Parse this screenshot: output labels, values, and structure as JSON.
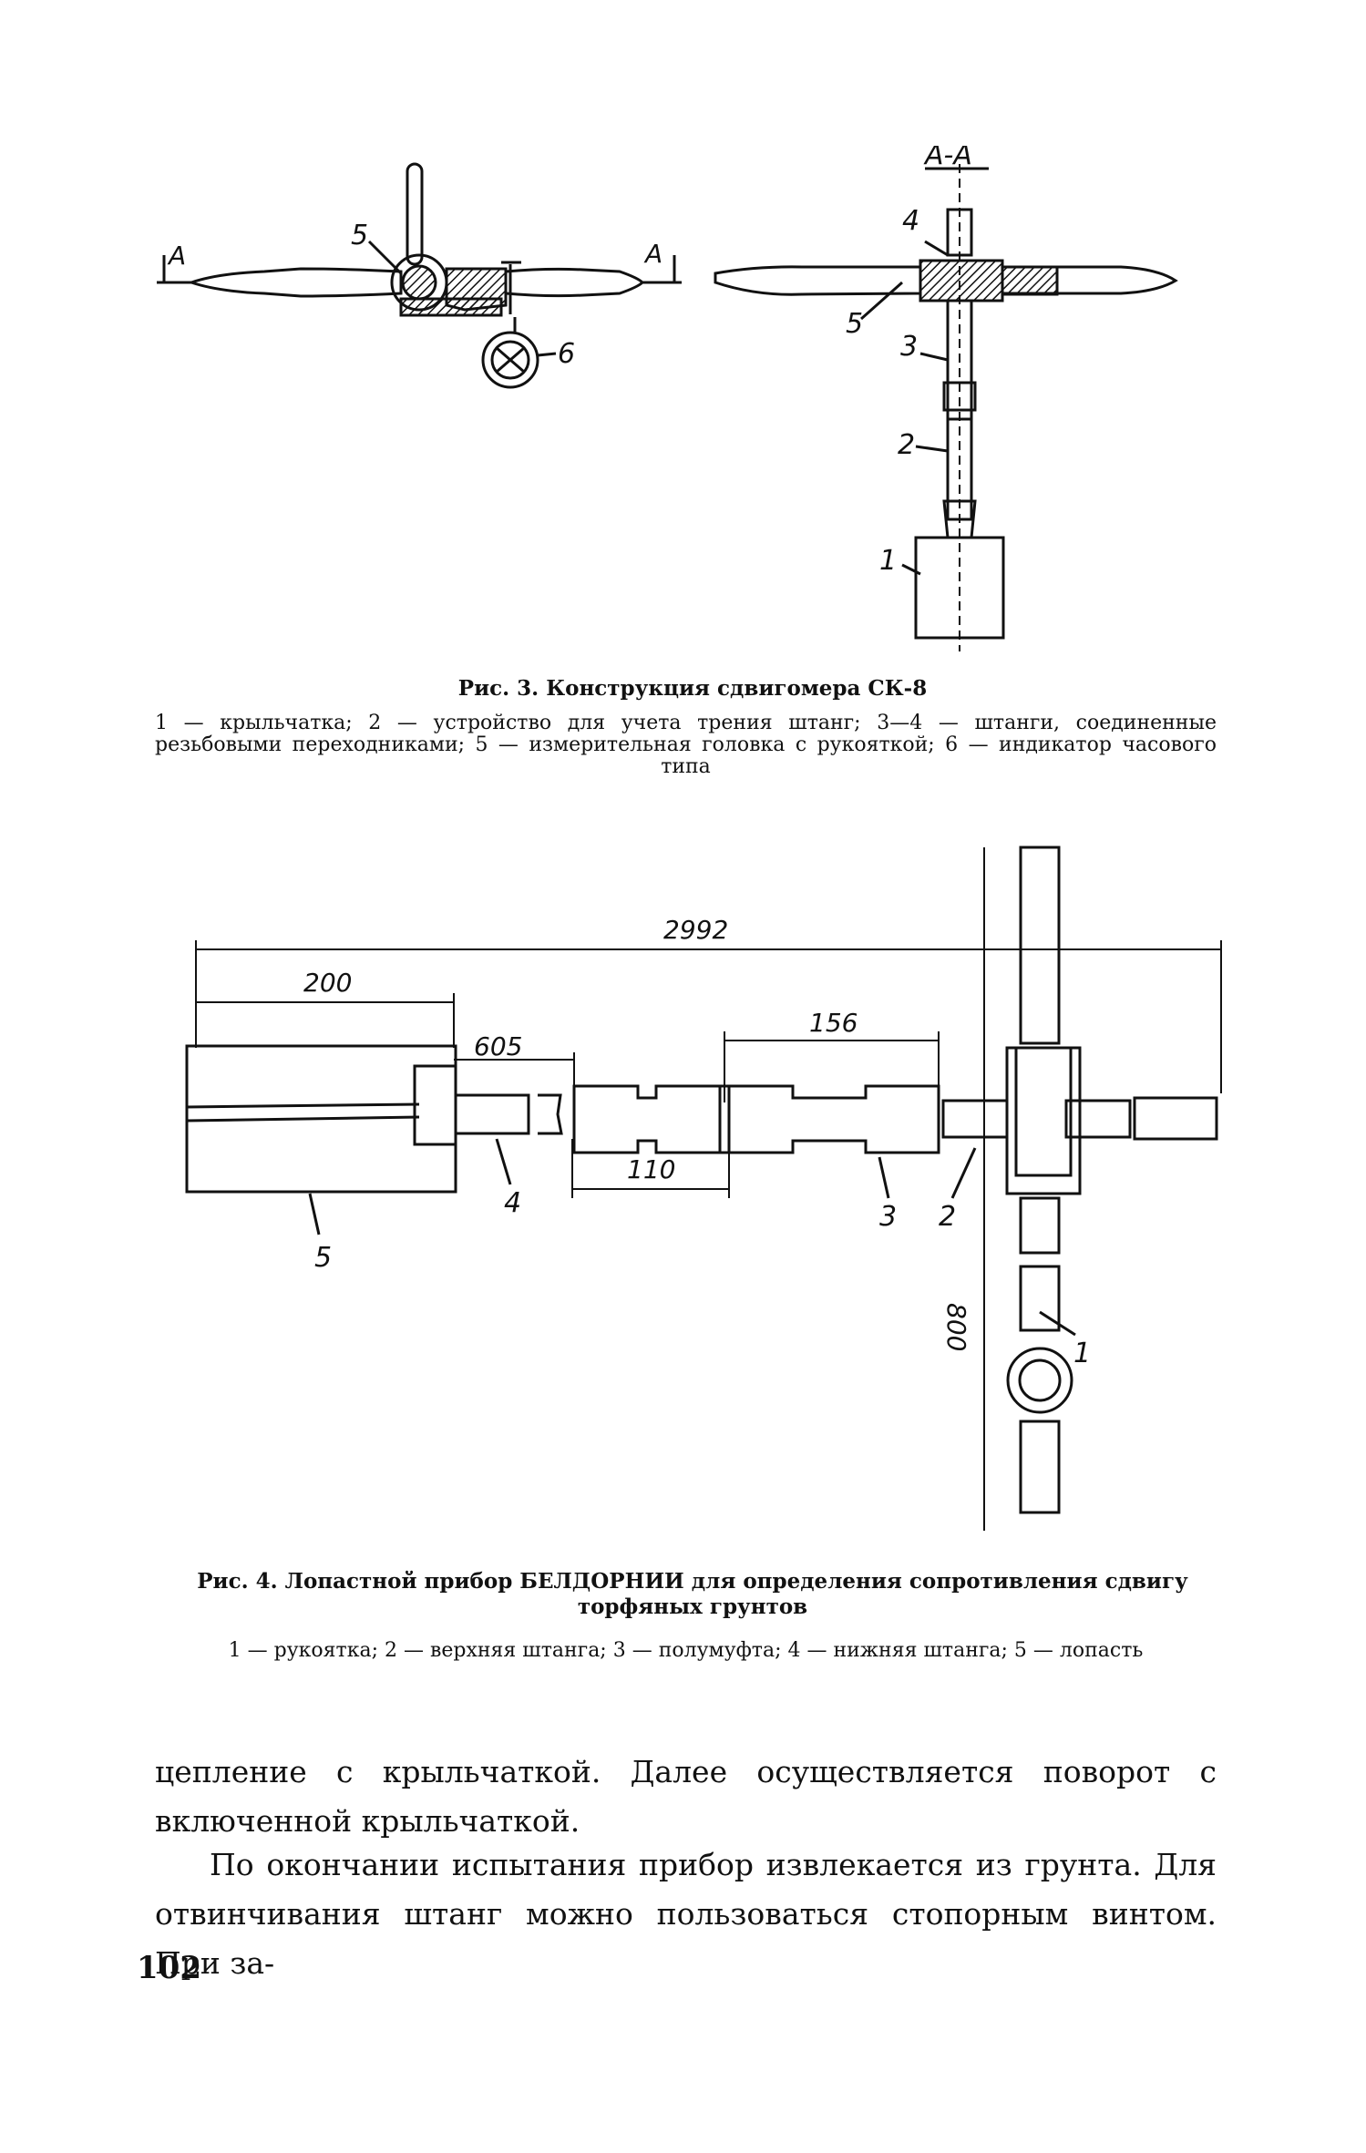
{
  "figure3": {
    "section_label": "А-А",
    "cut_label_left": "А",
    "cut_label_right": "А",
    "callouts_left": {
      "n5": "5",
      "n6": "6"
    },
    "callouts_right": {
      "n4": "4",
      "n5": "5",
      "n3": "3",
      "n2": "2",
      "n1": "1"
    },
    "caption_title": "Рис. 3. Конструкция сдвигомера СК-8",
    "caption_legend": "1 — крыльчатка; 2 — устройство для учета трения штанг; 3—4 — штанги, соединенные резьбовыми переходниками; 5 — измерительная головка с рукояткой; 6 — индикатор часового типа"
  },
  "figure4": {
    "dimensions": {
      "d2992": "2992",
      "d200": "200",
      "d605": "605",
      "d156": "156",
      "d110": "110",
      "d800": "800"
    },
    "callouts": {
      "n5": "5",
      "n4": "4",
      "n3": "3",
      "n2": "2",
      "n1": "1"
    },
    "caption_title": "Рис. 4. Лопастной прибор БЕЛДОРНИИ для определения сопротивления сдвигу торфяных грунтов",
    "caption_legend": "1 — рукоятка; 2 — верхняя штанга; 3 — полумуфта; 4 — нижняя штанга; 5 — лопасть"
  },
  "body": {
    "paragraph1": "цепление с крыльчаткой. Далее осуществляется поворот с включенной крыльчаткой.",
    "paragraph2": "По окончании испытания прибор извлекается из грунта. Для отвинчивания штанг можно пользоваться стопорным винтом. При за-"
  },
  "page_number": "102"
}
